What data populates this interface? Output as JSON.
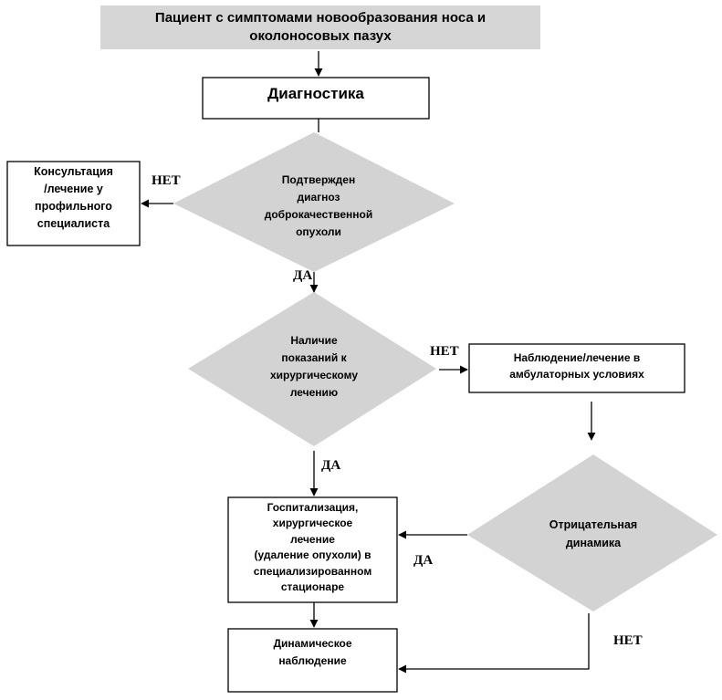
{
  "colors": {
    "decision_fill": "#d3d3d3",
    "start_fill": "#d6d6d6",
    "box_fill": "#ffffff",
    "stroke": "#000000"
  },
  "nodes": {
    "start": "Пациент с симптомами новообразования носа и\nоколоносовых пазух",
    "diagnostics": "Диагностика",
    "decision_benign": "Подтвержден\nдиагноз\nдоброкачественной\nопухоли",
    "consult": "Консультация\n/лечение у\nпрофильного\nспециалиста",
    "decision_surgery": "Наличие\nпоказаний к\nхирургическому\nлечению",
    "outpatient": "Наблюдение/лечение в\nамбулаторных условиях",
    "hospital": "Госпитализация,\nхирургическое\nлечение\n(удаление опухоли) в\nспециализированном\nстационаре",
    "decision_negative": "Отрицательная\nдинамика",
    "followup": "Динамическое\nнаблюдение"
  },
  "edge_labels": {
    "benign_no": "НЕТ",
    "benign_yes": "ДА",
    "surgery_no": "НЕТ",
    "surgery_yes": "ДА",
    "negative_yes": "ДА",
    "negative_no": "НЕТ"
  }
}
